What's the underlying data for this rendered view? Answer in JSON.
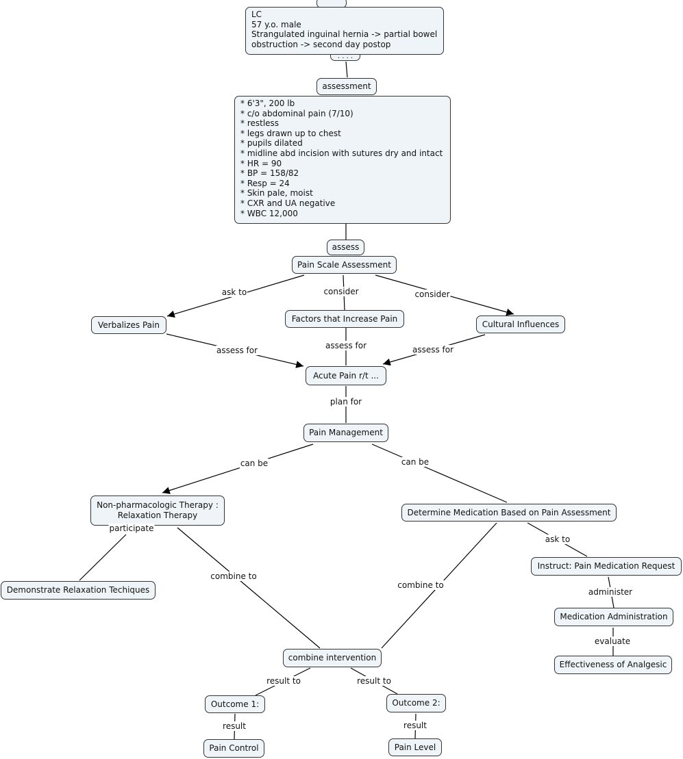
{
  "nodes": {
    "top_tab": "",
    "patient": "LC\n57 y.o. male\nStrangulated inguinal hernia -> partial bowel\nobstruction -> second day postop",
    "dots": ". . . .",
    "assessment": "assessment",
    "vitals": "* 6'3\", 200 lb\n* c/o abdominal pain (7/10)\n* restless\n* legs drawn up to chest\n* pupils dilated\n* midline abd incision with sutures dry and intact\n* HR = 90\n* BP = 158/82\n* Resp = 24\n* Skin pale, moist\n* CXR and UA negative\n* WBC 12,000",
    "assess": "assess",
    "pain_scale": "Pain Scale Assessment",
    "verbalizes": "Verbalizes Pain",
    "factors": "Factors that Increase Pain",
    "cultural": "Cultural Influences",
    "acute_pain": "Acute Pain r/t ...",
    "pain_mgmt": "Pain Management",
    "nonpharm": "Non-pharmacologic Therapy :\nRelaxation Therapy",
    "determine_med": "Determine Medication Based on Pain Assessment",
    "demonstrate": "Demonstrate Relaxation Techiques",
    "instruct": "Instruct: Pain Medication Request",
    "med_admin": "Medication Administration",
    "effectiveness": "Effectiveness of Analgesic",
    "combine": "combine intervention",
    "outcome1": "Outcome 1:",
    "outcome2": "Outcome 2:",
    "pain_control": "Pain Control",
    "pain_level": "Pain Level"
  },
  "labels": {
    "ask_to_1": "ask to",
    "consider_1": "consider",
    "consider_2": "consider",
    "assess_for_1": "assess for",
    "assess_for_2": "assess for",
    "assess_for_3": "assess for",
    "plan_for": "plan for",
    "can_be_1": "can be",
    "can_be_2": "can be",
    "participate": "participate",
    "combine_to_1": "combine to",
    "combine_to_2": "combine to",
    "ask_to_2": "ask to",
    "administer": "administer",
    "evaluate": "evaluate",
    "result_to_1": "result to",
    "result_to_2": "result to",
    "result_1": "result",
    "result_2": "result"
  },
  "colors": {
    "node_fill": "#eef4f7",
    "line": "#000000"
  }
}
